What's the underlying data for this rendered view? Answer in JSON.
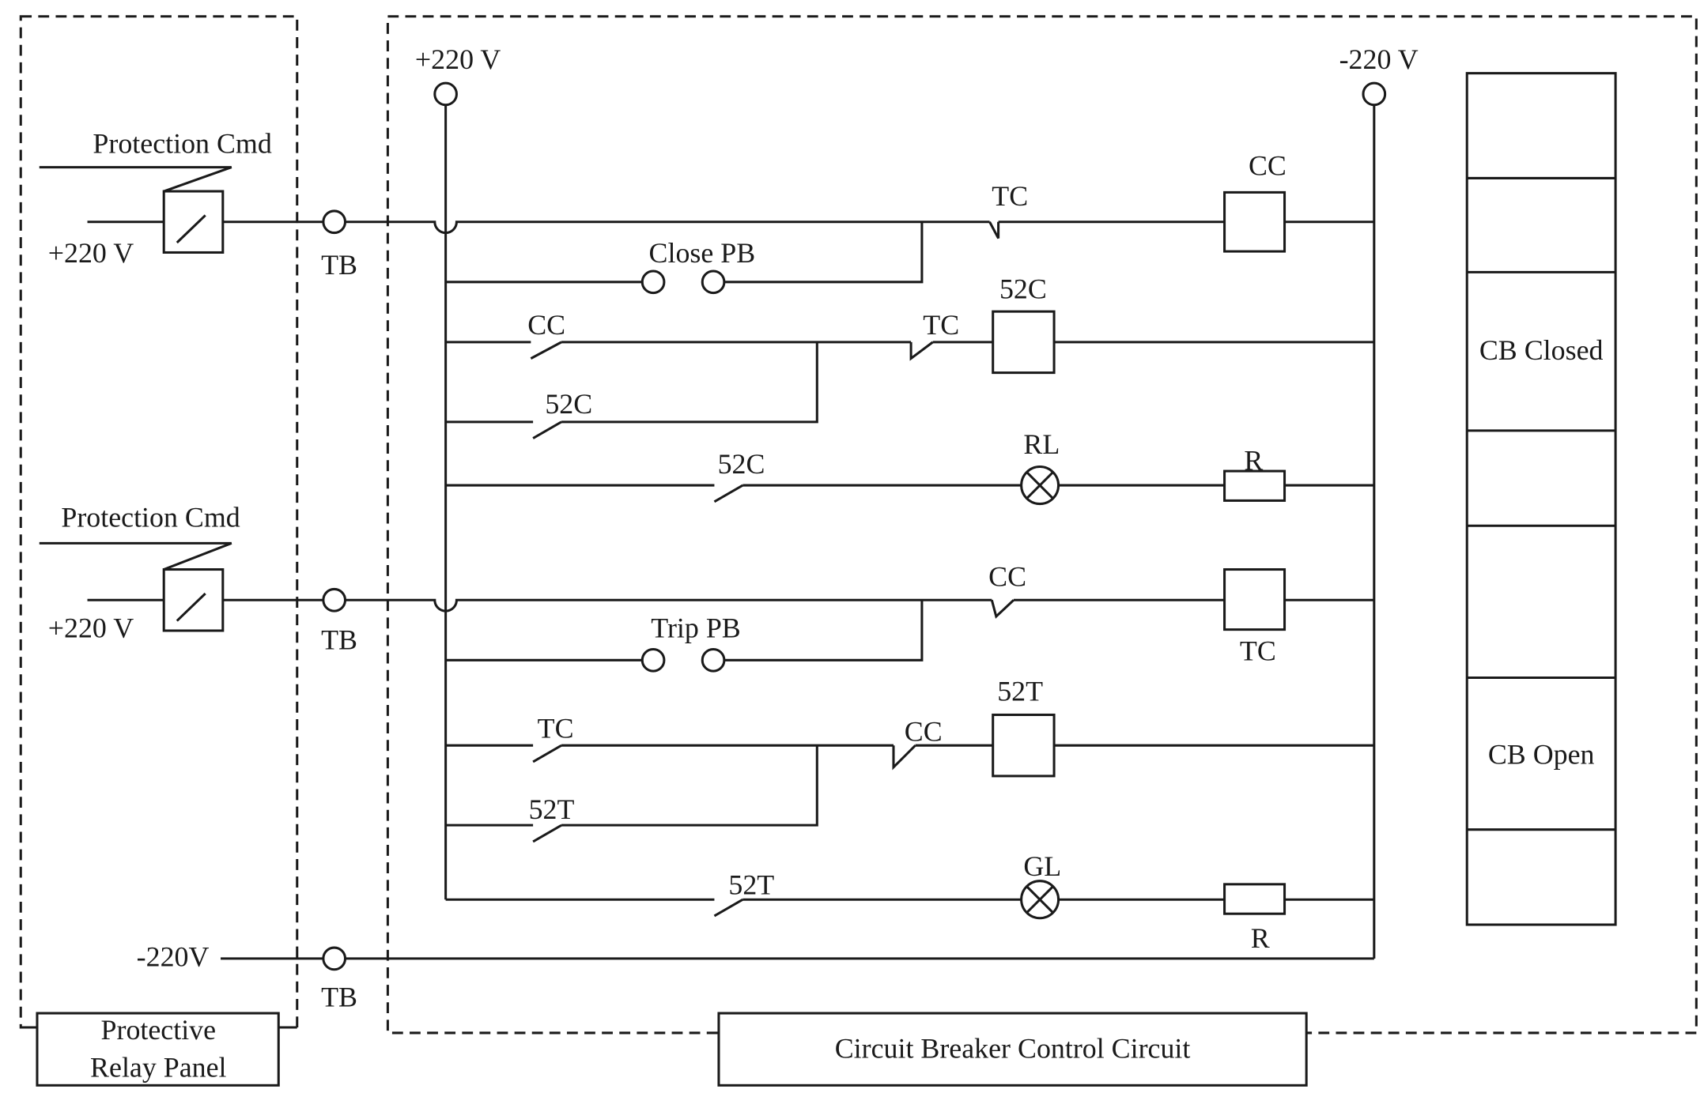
{
  "colors": {
    "ink": "#1a1a1a",
    "background": "#ffffff"
  },
  "panels": {
    "relay_panel_label_line1": "Protective",
    "relay_panel_label_line2": "Relay Panel",
    "control_circuit_label": "Circuit Breaker Control Circuit"
  },
  "supply": {
    "positive_bus": "+220 V",
    "negative_bus": "-220 V",
    "relay_supply_1": "+220 V",
    "relay_supply_2": "+220 V",
    "return_supply": "-220V"
  },
  "terminals": {
    "tb1": "TB",
    "tb2": "TB",
    "tb3": "TB"
  },
  "relay_contacts": {
    "protection_cmd_1": "Protection Cmd",
    "protection_cmd_2": "Protection Cmd"
  },
  "closing_branch": {
    "tc_contact": "TC",
    "cc_coil": "CC",
    "close_pb": "Close PB",
    "cc_seal_contact": "CC",
    "tc_interlock": "TC",
    "coil_52c": "52C",
    "contact_52c_seal": "52C",
    "contact_52c_lamp": "52C",
    "red_lamp": "RL",
    "resistor_red": "R"
  },
  "tripping_branch": {
    "cc_contact": "CC",
    "tc_coil": "TC",
    "trip_pb": "Trip PB",
    "tc_seal_contact": "TC",
    "cc_interlock": "CC",
    "coil_52t": "52T",
    "contact_52t_seal": "52T",
    "contact_52t_lamp": "52T",
    "green_lamp": "GL",
    "resistor_green": "R"
  },
  "status_column": {
    "cb_closed": "CB Closed",
    "cb_open": "CB Open"
  }
}
